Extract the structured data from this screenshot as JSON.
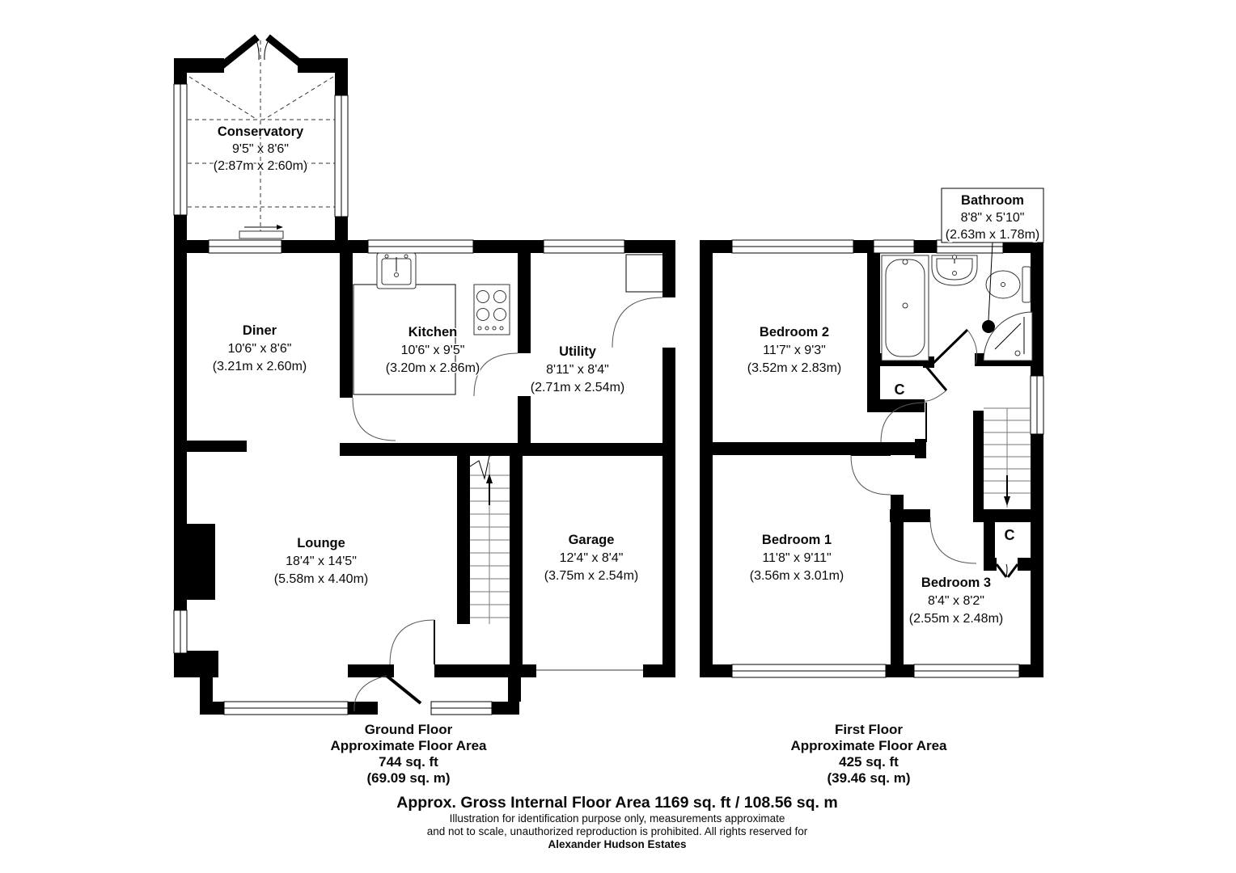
{
  "ground_floor": {
    "rooms": {
      "conservatory": {
        "name": "Conservatory",
        "imperial": "9'5\" x 8'6\"",
        "metric": "(2.87m x 2.60m)"
      },
      "diner": {
        "name": "Diner",
        "imperial": "10'6\" x 8'6\"",
        "metric": "(3.21m x 2.60m)"
      },
      "kitchen": {
        "name": "Kitchen",
        "imperial": "10'6\" x 9'5\"",
        "metric": "(3.20m x 2.86m)"
      },
      "utility": {
        "name": "Utility",
        "imperial": "8'11\" x 8'4\"",
        "metric": "(2.71m x 2.54m)"
      },
      "lounge": {
        "name": "Lounge",
        "imperial": "18'4\" x 14'5\"",
        "metric": "(5.58m x 4.40m)"
      },
      "garage": {
        "name": "Garage",
        "imperial": "12'4\" x 8'4\"",
        "metric": "(3.75m x 2.54m)"
      }
    },
    "summary": [
      "Ground Floor",
      "Approximate Floor Area",
      "744 sq. ft",
      "(69.09 sq. m)"
    ]
  },
  "first_floor": {
    "rooms": {
      "bathroom": {
        "name": "Bathroom",
        "imperial": "8'8\" x 5'10\"",
        "metric": "(2.63m x 1.78m)"
      },
      "bedroom2": {
        "name": "Bedroom 2",
        "imperial": "11'7\" x 9'3\"",
        "metric": "(3.52m x 2.83m)"
      },
      "bedroom1": {
        "name": "Bedroom 1",
        "imperial": "11'8\" x 9'11\"",
        "metric": "(3.56m x 3.01m)"
      },
      "bedroom3": {
        "name": "Bedroom 3",
        "imperial": "8'4\" x 8'2\"",
        "metric": "(2.55m x 2.48m)"
      }
    },
    "closet_label": "C",
    "summary": [
      "First Floor",
      "Approximate Floor Area",
      "425 sq. ft",
      "(39.46 sq. m)"
    ]
  },
  "footer": {
    "gross_area": "Approx. Gross Internal Floor Area 1169 sq. ft / 108.56 sq. m",
    "disclaimer_line1": "Illustration for identification purpose only, measurements approximate",
    "disclaimer_line2": "and not to scale, unauthorized reproduction is prohibited. All rights reserved for",
    "company": "Alexander Hudson Estates"
  },
  "colors": {
    "wall": "#000000",
    "background": "#ffffff"
  }
}
